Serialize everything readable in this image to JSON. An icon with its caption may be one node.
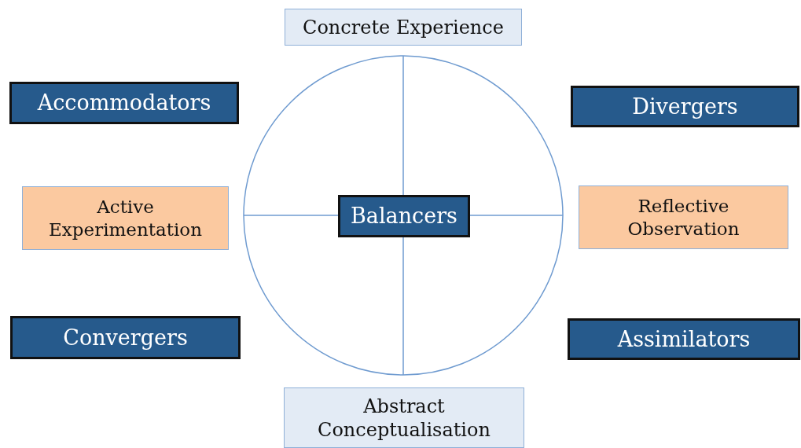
{
  "diagram": {
    "nodes": [
      {
        "text": [
          "Concrete Experience"
        ]
      },
      {
        "text": [
          "Accommodators"
        ]
      },
      {
        "text": [
          "Divergers"
        ]
      },
      {
        "text": [
          "Active Experimentation"
        ]
      },
      {
        "text": [
          "Balancers"
        ]
      },
      {
        "text": [
          "Reflective Observation"
        ]
      },
      {
        "text": [
          "Convergers"
        ]
      },
      {
        "text": [
          "Assimilators"
        ]
      },
      {
        "text": [
          "Abstract Conceptualisation"
        ]
      }
    ]
  }
}
